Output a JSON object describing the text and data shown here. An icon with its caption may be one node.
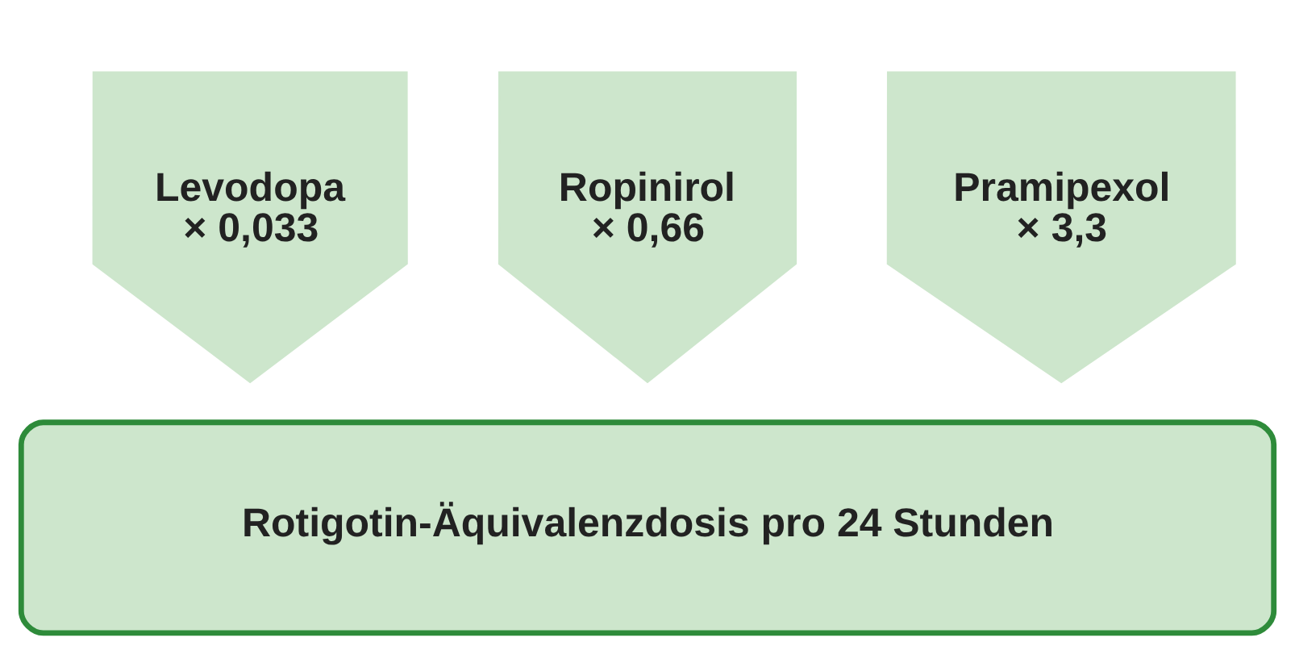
{
  "diagram": {
    "nodes": [
      {
        "text": [
          "Levodopa",
          "× 0,033"
        ]
      },
      {
        "text": [
          "Ropinirol",
          "× 0,66"
        ]
      },
      {
        "text": [
          "Pramipexol",
          "× 3,3"
        ]
      },
      {
        "text": [
          "Rotigotin-Äquivalenzdosis pro 24 Stunden"
        ]
      }
    ]
  }
}
